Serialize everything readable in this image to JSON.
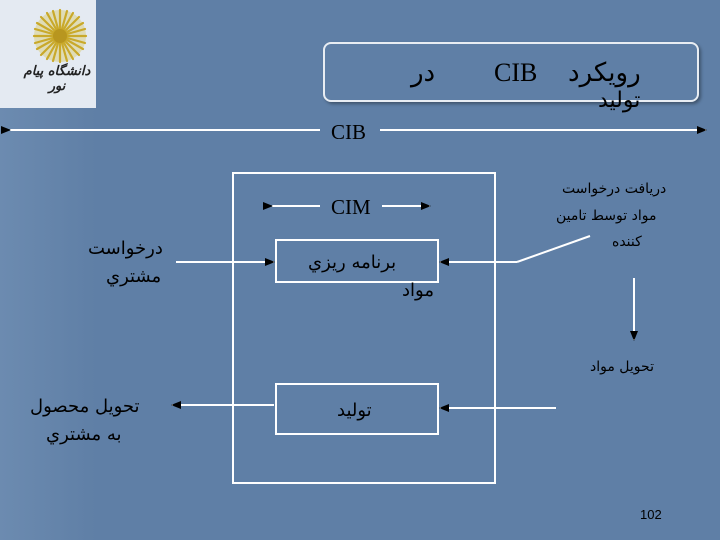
{
  "title": {
    "word_ravikard": "رويكرد",
    "word_cib": "CIB",
    "word_dar": "در",
    "word_tolid": "توليد"
  },
  "labels": {
    "cib": "CIB",
    "cim": "CIM",
    "customer_request_line1": "درخواست",
    "customer_request_line2": "مشتري",
    "delivery_line1": "تحويل  محصول",
    "delivery_line2": "به  مشتري",
    "mrp_line1": "برنامه  ريزي",
    "mrp_line2": "مواد",
    "production": "توليد",
    "supplier_line1": "دريافت    درخواست",
    "supplier_line2": "مواد   توسط    تامين",
    "supplier_line3": "كننده",
    "material_delivery": "تحويل   مواد"
  },
  "logo": {
    "icon": "university-emblem-icon",
    "text": "دانشگاه پیام نور"
  },
  "page_number": "102",
  "colors": {
    "background": "#5f7fa6",
    "box_border": "#ffffff",
    "logo_panel": "#e4eaf2"
  }
}
